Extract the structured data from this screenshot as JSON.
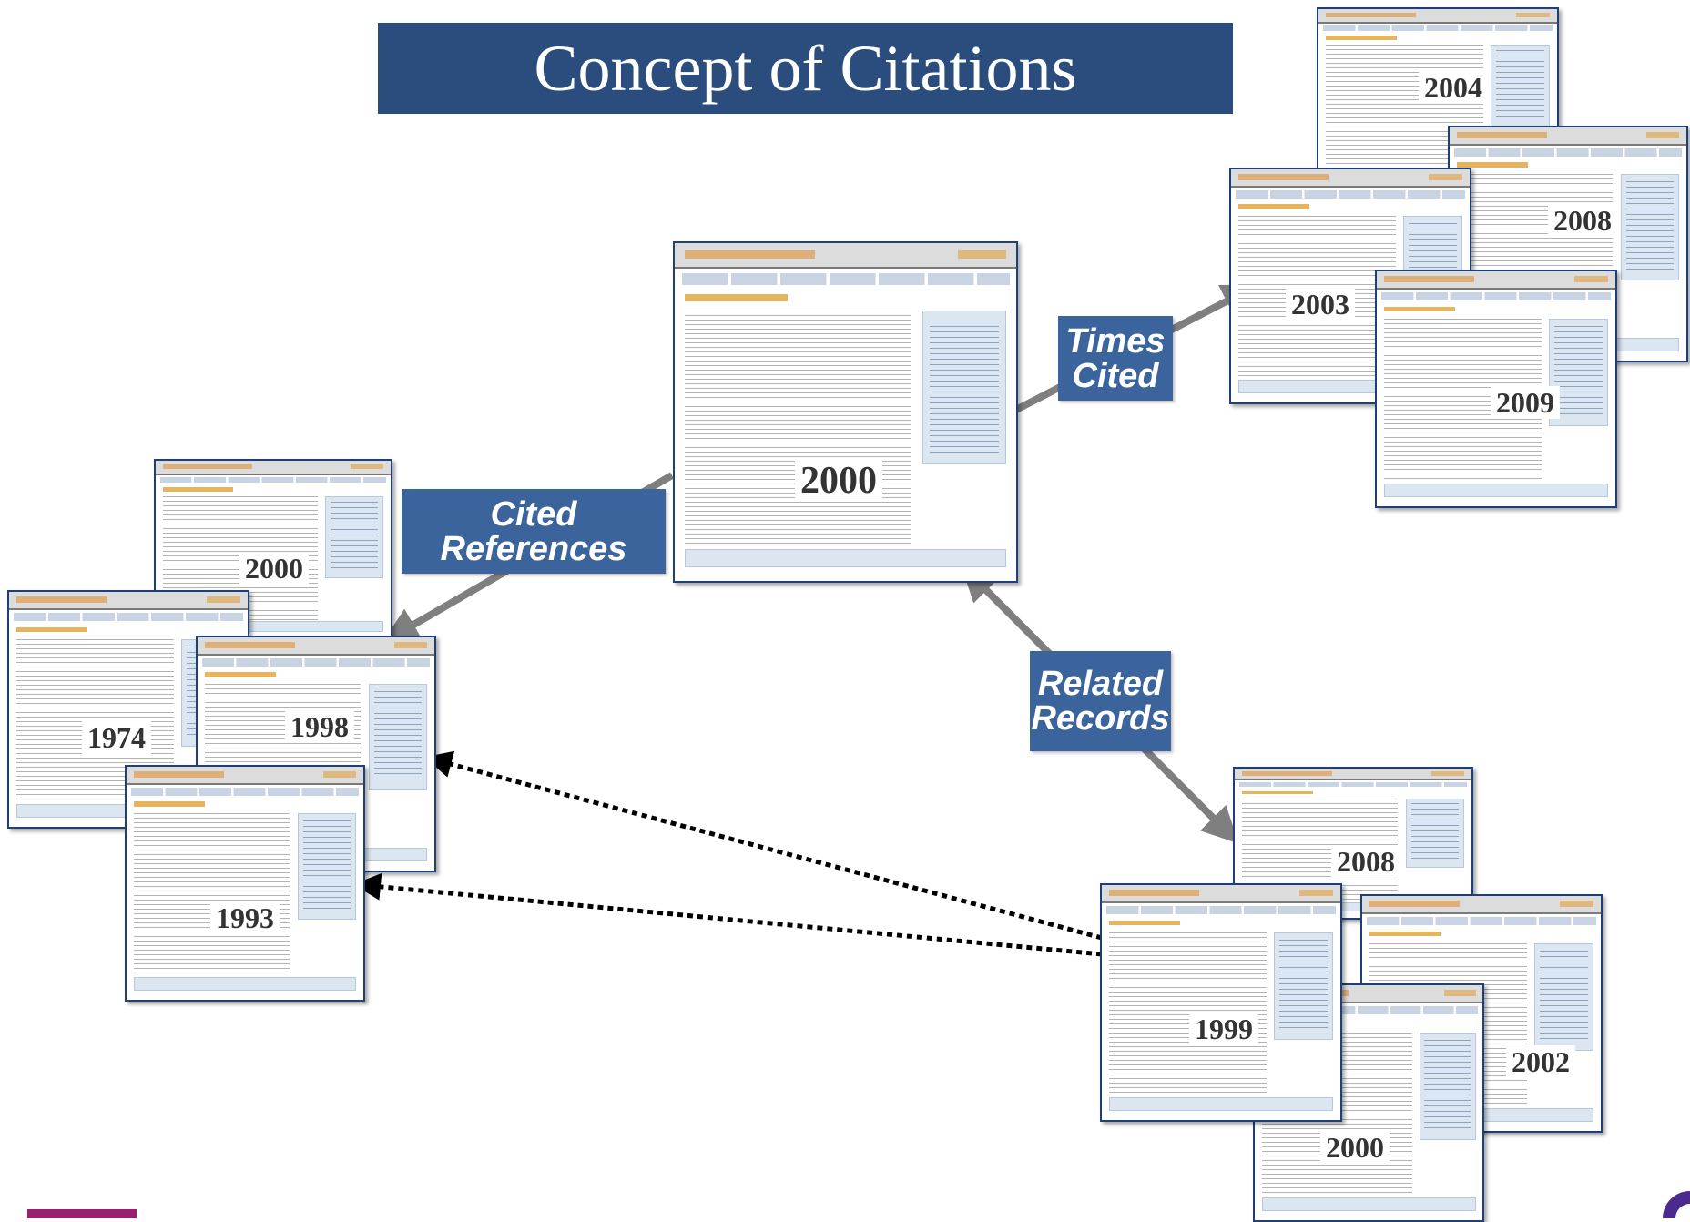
{
  "title": "Concept of Citations",
  "labels": {
    "times_cited": [
      "Times",
      "Cited"
    ],
    "cited_references": [
      "Cited",
      "References"
    ],
    "related_records": [
      "Related",
      "Records"
    ]
  },
  "records": {
    "center": "2000",
    "cited_refs": [
      "2000",
      "1974",
      "1998",
      "1993"
    ],
    "times_cited": [
      "2004",
      "2008",
      "2003",
      "2009"
    ],
    "related": [
      "2008",
      "2002",
      "1999",
      "2000"
    ]
  },
  "colors": {
    "title_bg": "#2b4d7e",
    "label_bg": "#3a649b",
    "arrow": "#7f7f7f",
    "dotted_arrow": "#000000"
  }
}
